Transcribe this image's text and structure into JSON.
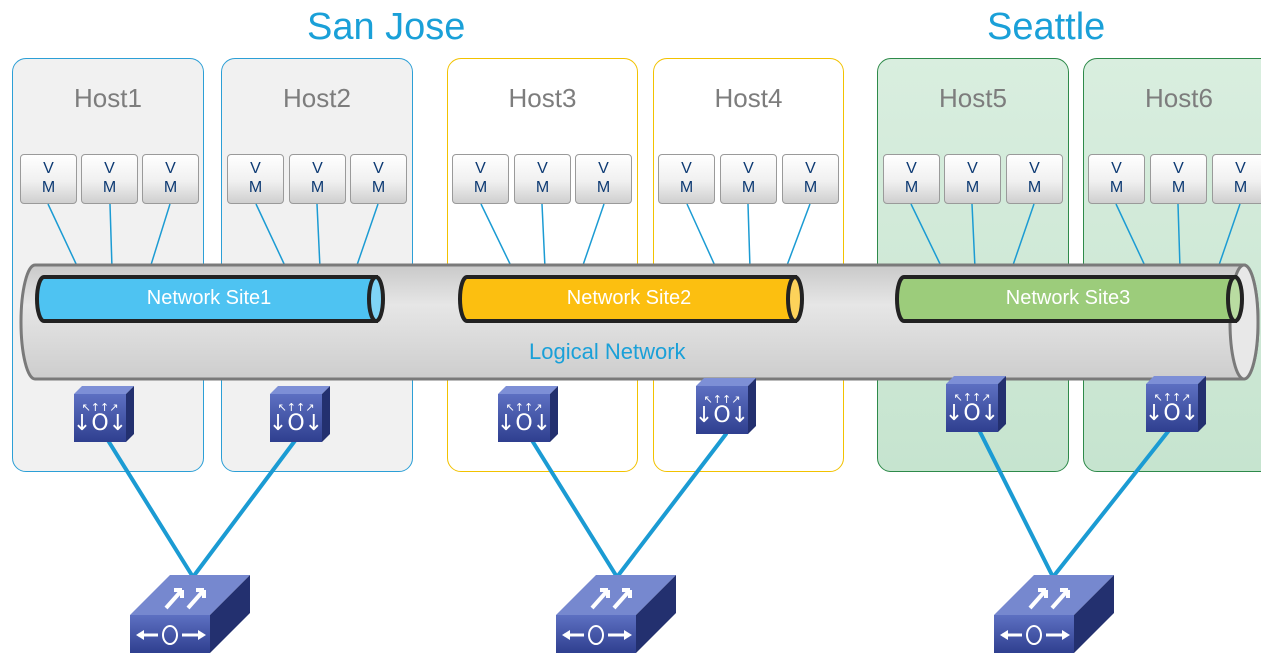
{
  "regions": {
    "san_jose": "San Jose",
    "seattle": "Seattle"
  },
  "hosts": [
    {
      "name": "Host1",
      "vms": [
        {
          "l1": "V",
          "l2": "M"
        },
        {
          "l1": "V",
          "l2": "M"
        },
        {
          "l1": "V",
          "l2": "M"
        }
      ]
    },
    {
      "name": "Host2",
      "vms": [
        {
          "l1": "V",
          "l2": "M"
        },
        {
          "l1": "V",
          "l2": "M"
        },
        {
          "l1": "V",
          "l2": "M"
        }
      ]
    },
    {
      "name": "Host3",
      "vms": [
        {
          "l1": "V",
          "l2": "M"
        },
        {
          "l1": "V",
          "l2": "M"
        },
        {
          "l1": "V",
          "l2": "M"
        }
      ]
    },
    {
      "name": "Host4",
      "vms": [
        {
          "l1": "V",
          "l2": "M"
        },
        {
          "l1": "V",
          "l2": "M"
        },
        {
          "l1": "V",
          "l2": "M"
        }
      ]
    },
    {
      "name": "Host5",
      "vms": [
        {
          "l1": "V",
          "l2": "M"
        },
        {
          "l1": "V",
          "l2": "M"
        },
        {
          "l1": "V",
          "l2": "M"
        }
      ]
    },
    {
      "name": "Host6",
      "vms": [
        {
          "l1": "V",
          "l2": "M"
        },
        {
          "l1": "V",
          "l2": "M"
        },
        {
          "l1": "V",
          "l2": "M"
        }
      ]
    }
  ],
  "network_sites": [
    {
      "label": "Network Site1",
      "color": "#4ec3f2"
    },
    {
      "label": "Network Site2",
      "color": "#fcbf10"
    },
    {
      "label": "Network Site3",
      "color": "#9ccc7b"
    }
  ],
  "logical_network": {
    "label": "Logical Network",
    "color": "#d6d6d6"
  },
  "colors": {
    "link_line": "#1b9bd3",
    "vm_line": "#1b9bd3",
    "device": "#3a4fa8"
  },
  "icons": {
    "virtual_switch": "virtual-switch-icon",
    "physical_switch": "layer3-switch-icon"
  }
}
